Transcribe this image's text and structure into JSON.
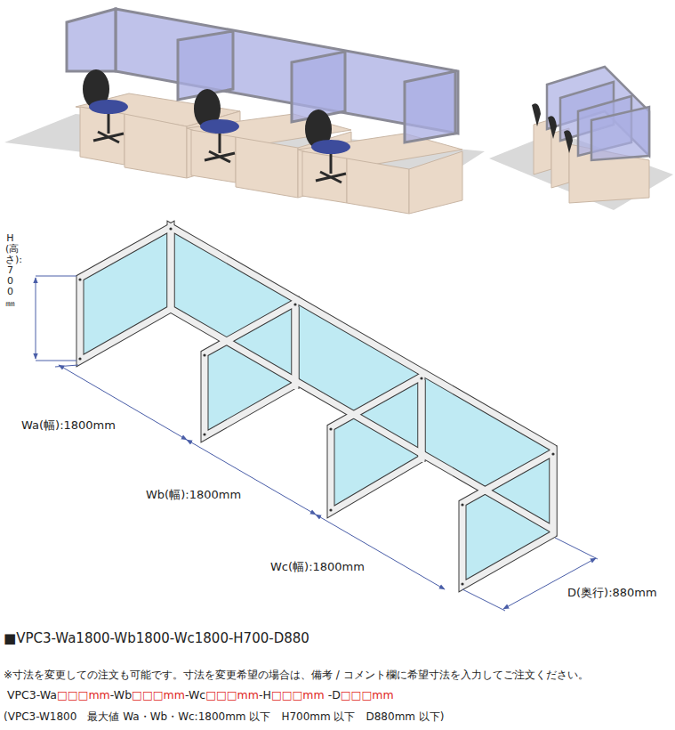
{
  "diagram": {
    "labels": [
      "H(高さ):700㎜",
      "Wa(幅):1800mm",
      "Wb(幅):1800mm",
      "Wc(幅):1800mm",
      "D(奥行):880mm",
      "■VPC3-Wa1800-Wb1800-Wc1800-H700-D880",
      "※寸法を変更しての注文も可能です。寸法を変更希望の場合は、備考 / コメント欄に希望寸法を入力してご注文ください。",
      "VPC3-Wa",
      "□□□mm",
      "-Wb",
      "□□□mm",
      "-Wc",
      "□□□mm",
      "-H",
      "□□□mm",
      "-D",
      "□□□mm",
      "(VPC3-W1800　最大値 Wa・Wb・Wc:1800mm 以下　H700mm 以下　D880mm 以下)"
    ]
  }
}
